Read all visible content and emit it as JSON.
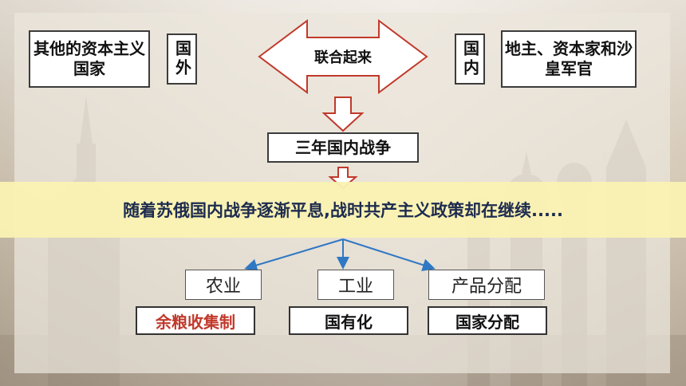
{
  "top_left": {
    "tag": "国外",
    "text": "其他的资本主义国家"
  },
  "top_right": {
    "tag": "国内",
    "text": "地主、资本家和沙皇军官"
  },
  "center_arrow_label": "联合起来",
  "war_label": "三年国内战争",
  "banner_text": "随着苏俄国内战争逐渐平息,战时共产主义政策却在继续.....",
  "categories": [
    {
      "label": "农业",
      "policy": "余粮收集制"
    },
    {
      "label": "工业",
      "policy": "国有化"
    },
    {
      "label": "产品分配",
      "policy": "国家分配"
    }
  ],
  "colors": {
    "banner_background": "#faf2b2",
    "banner_text": "#1d2b4f",
    "accent_red": "#c0392b",
    "connector_blue": "#2f78c4"
  }
}
